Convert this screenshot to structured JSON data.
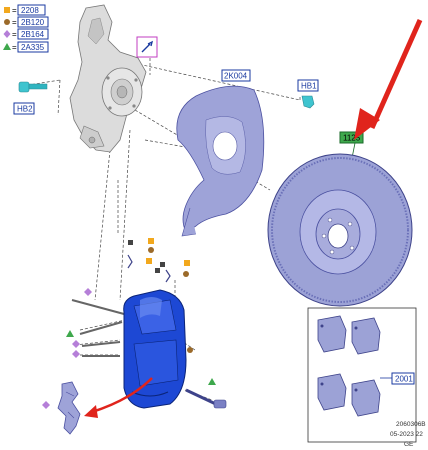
{
  "legend": [
    {
      "symbol": "square",
      "color": "#f2a81d",
      "eq": "=",
      "code": "2208"
    },
    {
      "symbol": "circle",
      "color": "#9b6a2a",
      "eq": "=",
      "code": "2B120"
    },
    {
      "symbol": "diamond",
      "color": "#b57fd8",
      "eq": "=",
      "code": "2B164"
    },
    {
      "symbol": "triangle",
      "color": "#3ea84c",
      "eq": "=",
      "code": "2A335"
    }
  ],
  "callouts": {
    "hb2": "HB2",
    "hb1": "HB1",
    "shield": "2K004",
    "disc": "1125",
    "pads": "2001"
  },
  "footer": {
    "line1": "2060306B",
    "line2": "05-2023 22",
    "line3": "GE"
  },
  "colors": {
    "caliper": "#1d48d4",
    "disc": "#9ca2d6",
    "shield": "#9ea3d8",
    "knuckle": "#dcdcdc",
    "arrow": "#e0241c",
    "callout_border": "#1a3aa0",
    "disc_callout_bg": "#3ea84c"
  }
}
